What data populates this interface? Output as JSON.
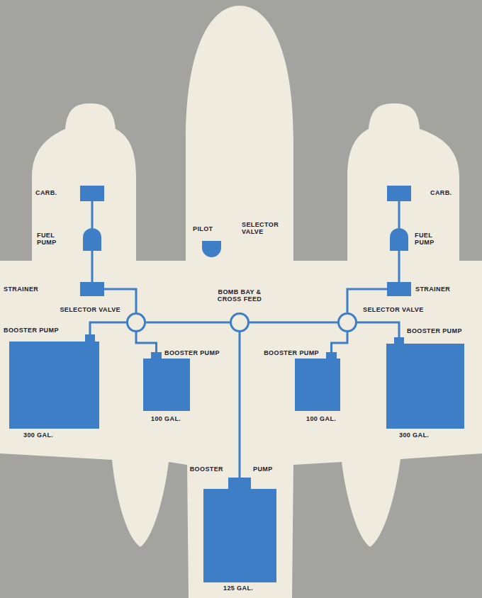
{
  "diagram": {
    "nodes": [
      {
        "text": [
          "CARB."
        ]
      },
      {
        "text": [
          "CARB."
        ]
      },
      {
        "text": [
          "PILOT",
          "SELECTOR VALVE"
        ]
      },
      {
        "text": [
          "FUEL PUMP"
        ]
      },
      {
        "text": [
          "FUEL PUMP"
        ]
      },
      {
        "text": [
          "STRAINER"
        ]
      },
      {
        "text": [
          "STRAINER"
        ]
      },
      {
        "text": [
          "BOMB BAY & CROSS FEED"
        ]
      },
      {
        "text": [
          "SELECTOR VALVE"
        ]
      },
      {
        "text": [
          "SELECTOR VALVE"
        ]
      },
      {
        "text": [
          "BOOSTER PUMP",
          "300 GAL."
        ]
      },
      {
        "text": [
          "BOOSTER PUMP",
          "100 GAL."
        ]
      },
      {
        "text": [
          "BOOSTER PUMP",
          "100 GAL."
        ]
      },
      {
        "text": [
          "BOOSTER PUMP",
          "300 GAL."
        ]
      },
      {
        "text": [
          "BOOSTER",
          "PUMP",
          "125 GAL."
        ]
      }
    ],
    "edges": [
      {
        "from": 0,
        "to": 3,
        "arrow": "none"
      },
      {
        "from": 3,
        "to": 5,
        "arrow": "none"
      },
      {
        "from": 1,
        "to": 4,
        "arrow": "none"
      },
      {
        "from": 4,
        "to": 6,
        "arrow": "none"
      },
      {
        "from": 5,
        "to": 8,
        "arrow": "none"
      },
      {
        "from": 6,
        "to": 9,
        "arrow": "none"
      },
      {
        "from": 10,
        "to": 8,
        "arrow": "none"
      },
      {
        "from": 11,
        "to": 8,
        "arrow": "none"
      },
      {
        "from": 8,
        "to": 7,
        "arrow": "none"
      },
      {
        "from": 7,
        "to": 9,
        "arrow": "none"
      },
      {
        "from": 12,
        "to": 9,
        "arrow": "none"
      },
      {
        "from": 13,
        "to": 9,
        "arrow": "none"
      },
      {
        "from": 14,
        "to": 7,
        "arrow": "none"
      }
    ]
  }
}
